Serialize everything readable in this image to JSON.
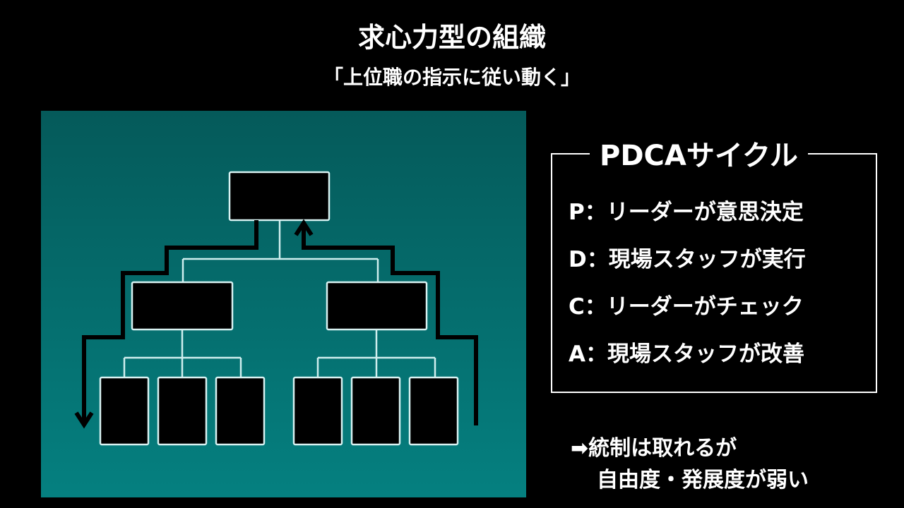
{
  "title": "求心力型の組織",
  "subtitle": "「上位職の指示に従い動く」",
  "pdca": {
    "title": "PDCAサイクル",
    "items": [
      "P：リーダーが意思決定",
      "D：現場スタッフが実行",
      "C：リーダーがチェック",
      "A：現場スタッフが改善"
    ]
  },
  "note": {
    "line1": "➡統制は取れるが",
    "line2": "自由度・発展度が弱い"
  }
}
